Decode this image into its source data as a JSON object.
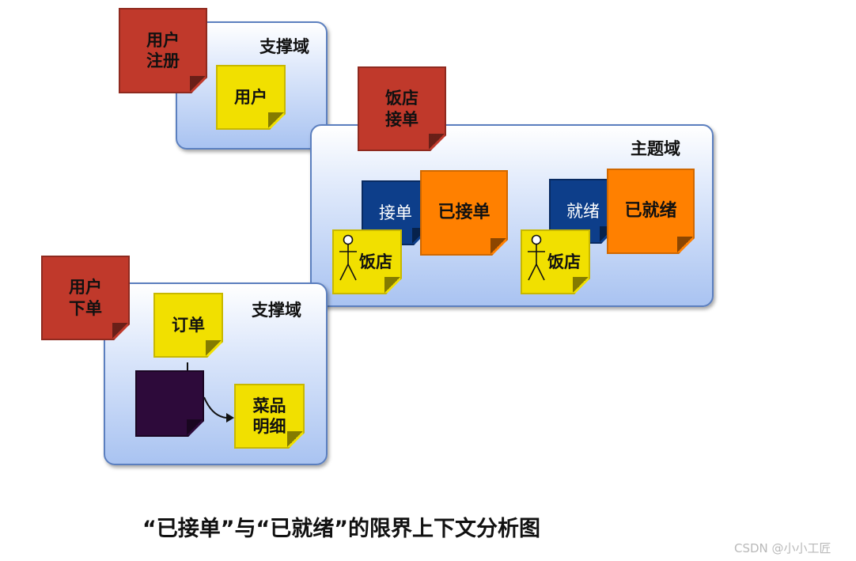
{
  "support_domain_top": {
    "label": "支撑域",
    "command": "用户\n注册",
    "entity": "用户"
  },
  "theme_domain": {
    "label": "主题域",
    "command": "饭店\n接单",
    "group_accept": {
      "command_label": "接单",
      "event_label": "已接单",
      "actor_label": "饭店"
    },
    "group_ready": {
      "command_label": "就绪",
      "event_label": "已就绪",
      "actor_label": "饭店"
    }
  },
  "support_domain_bottom": {
    "label": "支撑域",
    "command": "用户\n下单",
    "entity_order": "订单",
    "entity_detail": "菜品\n明细"
  },
  "caption": "“已接单”与“已就绪”的限界上下文分析图",
  "watermark": "CSDN @小小工匠"
}
